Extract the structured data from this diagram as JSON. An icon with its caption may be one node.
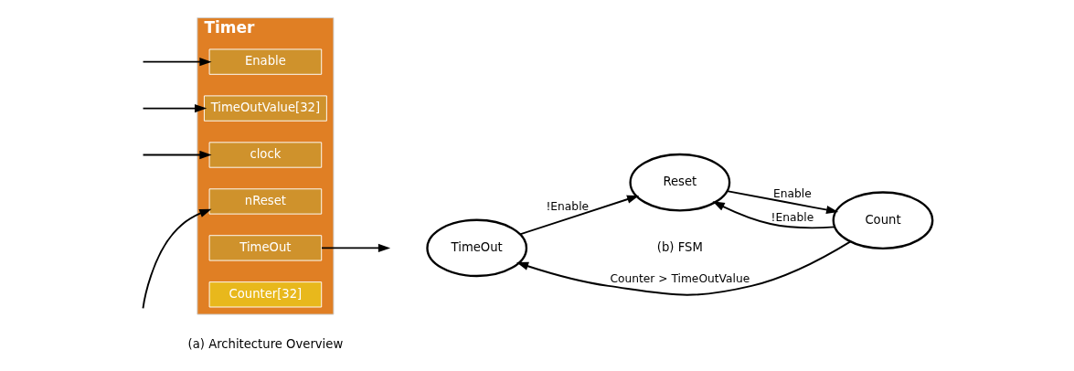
{
  "diagram": {
    "nodes": [
      {
        "text": [
          "Timer"
        ]
      },
      {
        "text": [
          "Enable"
        ],
        "in": 0
      },
      {
        "text": [
          "TimeOutValue[32]"
        ],
        "in": 0
      },
      {
        "text": [
          "clock"
        ],
        "in": 0
      },
      {
        "text": [
          "nReset"
        ],
        "in": 0
      },
      {
        "text": [
          "TimeOut"
        ],
        "in": 0
      },
      {
        "text": [
          "Counter[32]"
        ],
        "in": 0
      },
      {
        "text": [
          "Reset"
        ]
      },
      {
        "text": [
          "TimeOut"
        ]
      },
      {
        "text": [
          "Count"
        ]
      }
    ],
    "edges": [
      {
        "from": null,
        "to": 1,
        "arrow": "to"
      },
      {
        "from": null,
        "to": 2,
        "arrow": "to"
      },
      {
        "from": null,
        "to": 3,
        "arrow": "to"
      },
      {
        "from": null,
        "to": 4,
        "arrow": "to"
      },
      {
        "from": 5,
        "to": null,
        "arrow": "to"
      },
      {
        "from": 8,
        "to": 7,
        "arrow": "to",
        "label": "!Enable"
      },
      {
        "from": 7,
        "to": 9,
        "arrow": "to",
        "label": "Enable"
      },
      {
        "from": 9,
        "to": 7,
        "arrow": "to",
        "label": "!Enable"
      },
      {
        "from": 9,
        "to": 8,
        "arrow": "to",
        "label": "Counter > TimeOutValue"
      }
    ],
    "labels": [
      "(a) Architecture Overview",
      "(b) FSM"
    ]
  }
}
